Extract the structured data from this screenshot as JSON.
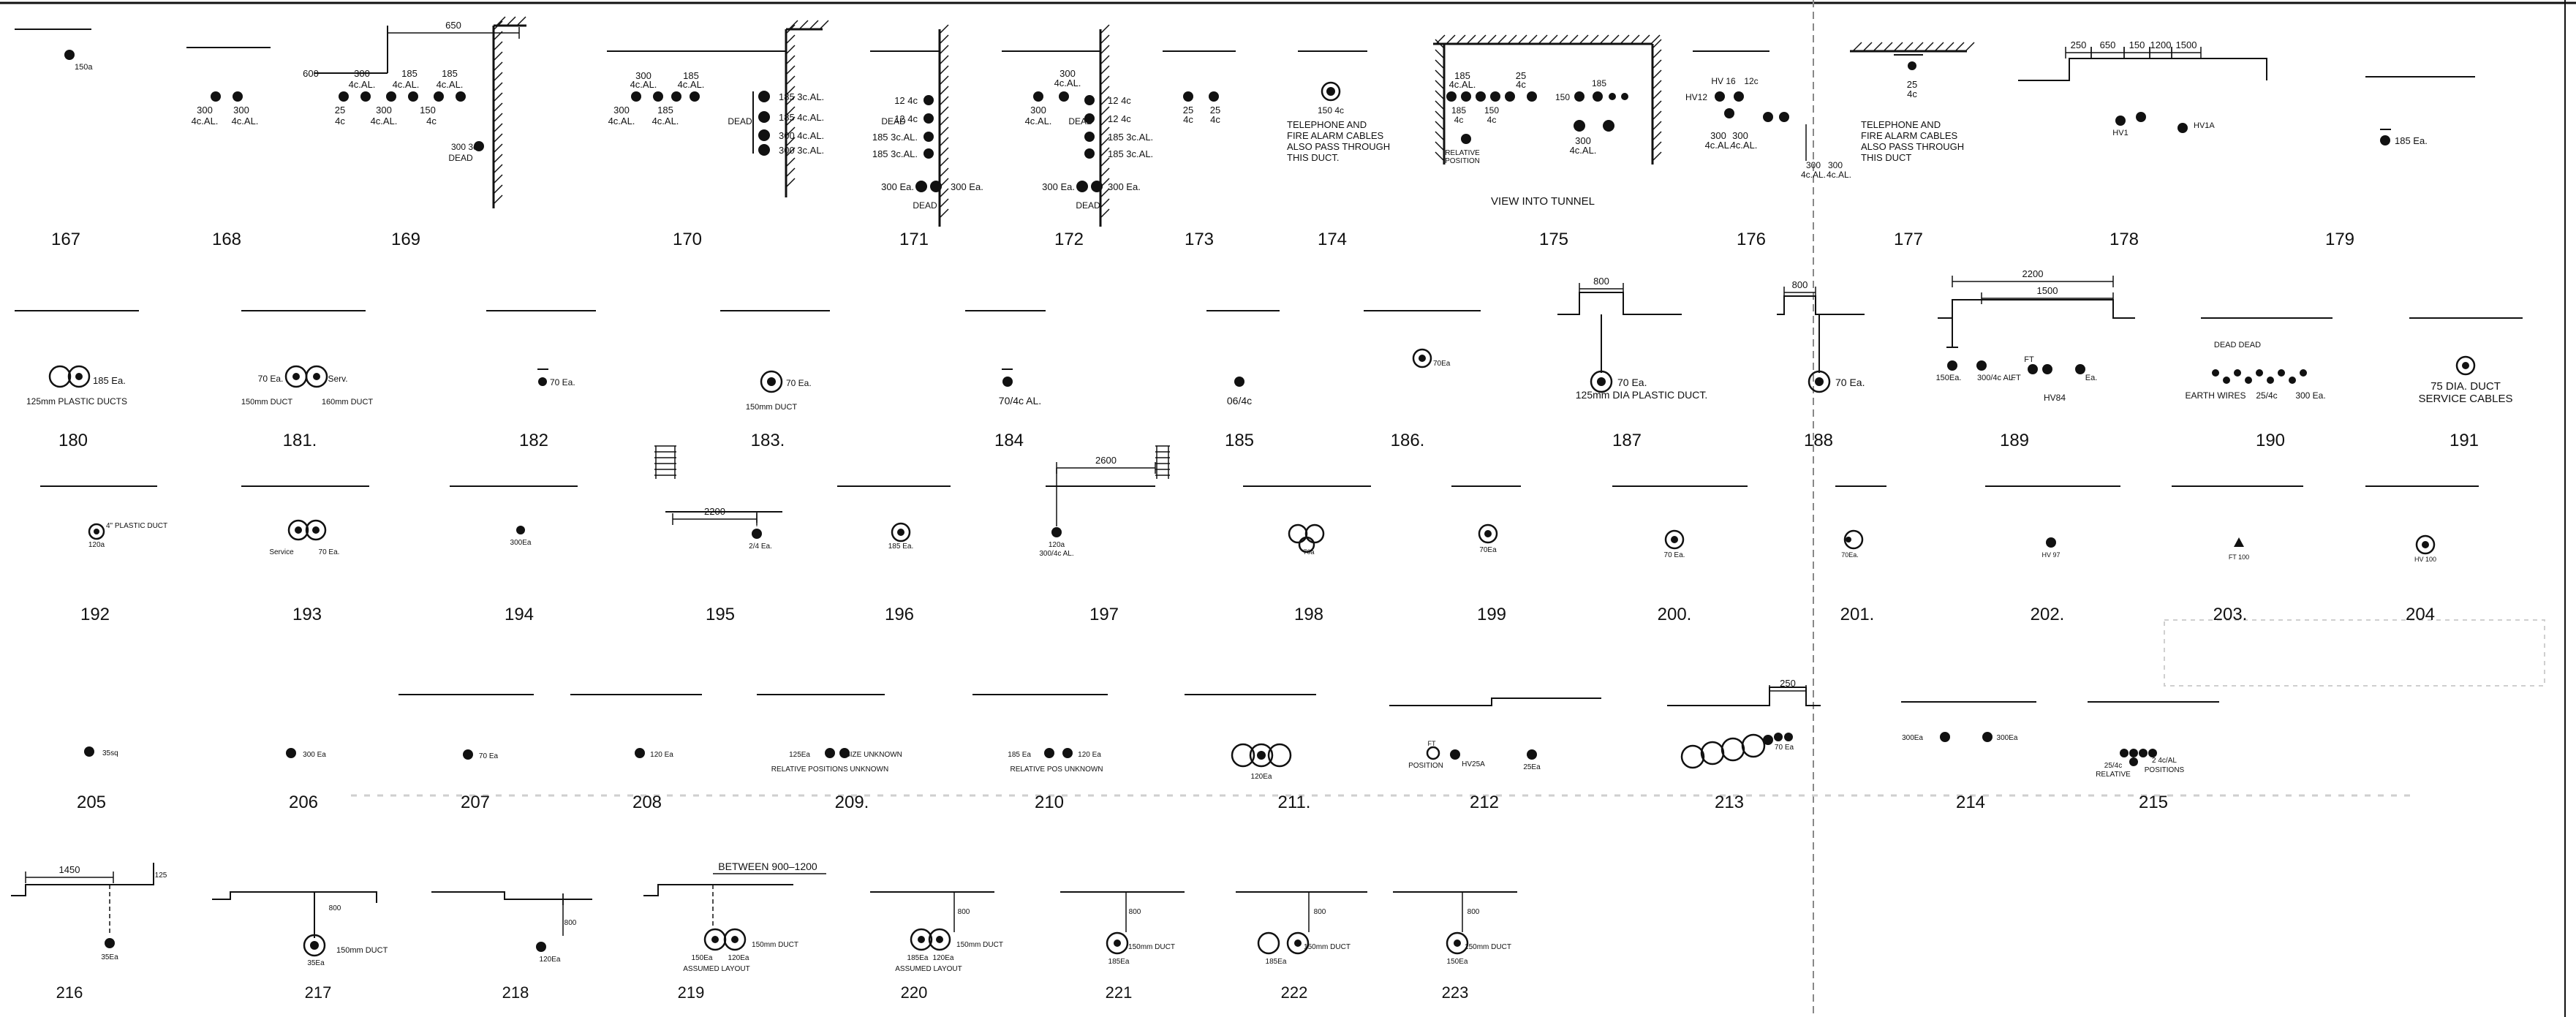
{
  "sheet": {
    "ink": "#111111",
    "paper": "#ffffff",
    "faint": "#b8b8b8"
  },
  "sections": [
    {
      "id": "167",
      "number": "167",
      "labels": [
        "150a"
      ]
    },
    {
      "id": "168",
      "number": "168",
      "labels": [
        "300",
        "300",
        "4c.AL.",
        "4c.AL."
      ]
    },
    {
      "id": "169",
      "number": "169",
      "labels": [
        "650",
        "600",
        "300",
        "185",
        "185",
        "4c.AL.",
        "4c.AL.",
        "4c.AL.",
        "25",
        "300",
        "150",
        "4c",
        "4c.AL.",
        "4c",
        "300 3c",
        "DEAD"
      ]
    },
    {
      "id": "170",
      "number": "170",
      "labels": [
        "300",
        "185",
        "4c.AL.",
        "4c.AL.",
        "300",
        "185",
        "4c.AL.",
        "4c.AL.",
        "185 3c.AL.",
        "185 4c.AL.",
        "300 4c.AL.",
        "300 3c.AL.",
        "DEAD"
      ]
    },
    {
      "id": "171",
      "number": "171",
      "labels": [
        "12 4c",
        "12 4c",
        "185 3c.AL.",
        "185 3c.AL.",
        "DEAD",
        "300 Ea.",
        "300 Ea.",
        "DEAD"
      ]
    },
    {
      "id": "172",
      "number": "172",
      "labels": [
        "300",
        "4c.AL.",
        "300",
        "4c.AL.",
        "12 4c",
        "12 4c",
        "185 3c.AL.",
        "185 3c.AL.",
        "DEAD",
        "300 Ea.",
        "300 Ea.",
        "DEAD"
      ]
    },
    {
      "id": "173",
      "number": "173",
      "labels": [
        "25",
        "25",
        "4c",
        "4c"
      ]
    },
    {
      "id": "174",
      "number": "174",
      "labels": [
        "150 4c",
        "TELEPHONE AND",
        "FIRE ALARM CABLES",
        "ALSO PASS THROUGH",
        "THIS DUCT."
      ]
    },
    {
      "id": "175",
      "number": "175",
      "labels": [
        "185",
        "25",
        "4c.AL.",
        "4c",
        "185",
        "150",
        "4c",
        "4c",
        "300",
        "4c.AL.",
        "RELATIVE",
        "POSITION",
        "VIEW INTO TUNNEL"
      ]
    },
    {
      "id": "176",
      "number": "176",
      "labels": [
        "HV 16",
        "HV12",
        "12c",
        "300",
        "300",
        "4c.AL.",
        "4c.AL."
      ]
    },
    {
      "id": "177",
      "number": "177",
      "labels": [
        "25",
        "4c",
        "TELEPHONE AND",
        "FIRE ALARM CABLES",
        "ALSO PASS THROUGH",
        "THIS DUCT",
        "300",
        "300",
        "4c.AL.",
        "4c.AL."
      ]
    },
    {
      "id": "178",
      "number": "178",
      "labels": [
        "250",
        "650",
        "150",
        "1200",
        "1500",
        "HV1",
        "HV1A"
      ]
    },
    {
      "id": "179",
      "number": "179",
      "labels": [
        "185 Ea."
      ]
    },
    {
      "id": "180",
      "number": "180",
      "labels": [
        "185 Ea.",
        "125mm PLASTIC DUCTS"
      ]
    },
    {
      "id": "181",
      "number": "181.",
      "labels": [
        "70 Ea.",
        "Serv.",
        "150mm DUCT",
        "160mm DUCT"
      ]
    },
    {
      "id": "182",
      "number": "182",
      "labels": [
        "70 Ea."
      ]
    },
    {
      "id": "183",
      "number": "183.",
      "labels": [
        "70 Ea.",
        "150mm DUCT"
      ]
    },
    {
      "id": "184",
      "number": "184",
      "labels": [
        "70/4c AL."
      ]
    },
    {
      "id": "185",
      "number": "185",
      "labels": [
        "06/4c"
      ]
    },
    {
      "id": "186",
      "number": "186.",
      "labels": [
        "70Ea"
      ]
    },
    {
      "id": "187",
      "number": "187",
      "labels": [
        "800",
        "70 Ea.",
        "125mm DIA PLASTIC DUCT."
      ]
    },
    {
      "id": "188",
      "number": "188",
      "labels": [
        "800",
        "70 Ea."
      ]
    },
    {
      "id": "189",
      "number": "189",
      "labels": [
        "2200",
        "1500",
        "150Ea.",
        "300/4c AL.",
        "FT",
        "FT",
        "HV84",
        "Ea."
      ]
    },
    {
      "id": "190",
      "number": "190",
      "labels": [
        "DEAD DEAD",
        "EARTH WIRES",
        "25/4c",
        "300 Ea."
      ]
    },
    {
      "id": "191",
      "number": "191",
      "labels": [
        "75 DIA. DUCT",
        "SERVICE CABLES"
      ]
    },
    {
      "id": "192",
      "number": "192",
      "labels": [
        "4\" PLASTIC DUCT",
        "120a"
      ]
    },
    {
      "id": "193",
      "number": "193",
      "labels": [
        "Service",
        "70 Ea."
      ]
    },
    {
      "id": "194",
      "number": "194",
      "labels": [
        "300Ea"
      ]
    },
    {
      "id": "195",
      "number": "195",
      "labels": [
        "2200",
        "2/4 Ea."
      ]
    },
    {
      "id": "196",
      "number": "196",
      "labels": [
        "185 Ea."
      ]
    },
    {
      "id": "197",
      "number": "197",
      "labels": [
        "2600",
        "120a",
        "300/4c AL."
      ]
    },
    {
      "id": "198",
      "number": "198",
      "labels": [
        "70a"
      ]
    },
    {
      "id": "199",
      "number": "199",
      "labels": [
        "70Ea"
      ]
    },
    {
      "id": "200",
      "number": "200.",
      "labels": [
        "70 Ea."
      ]
    },
    {
      "id": "201",
      "number": "201.",
      "labels": [
        "70Ea."
      ]
    },
    {
      "id": "202",
      "number": "202.",
      "labels": [
        "HV 97"
      ]
    },
    {
      "id": "203",
      "number": "203.",
      "labels": [
        "FT 100"
      ]
    },
    {
      "id": "204",
      "number": "204",
      "labels": [
        "HV 100"
      ]
    },
    {
      "id": "205",
      "number": "205",
      "labels": [
        "35sq"
      ]
    },
    {
      "id": "206",
      "number": "206",
      "labels": [
        "300 Ea"
      ]
    },
    {
      "id": "207",
      "number": "207",
      "labels": [
        "70 Ea"
      ]
    },
    {
      "id": "208",
      "number": "208",
      "labels": [
        "120 Ea"
      ]
    },
    {
      "id": "209",
      "number": "209.",
      "labels": [
        "125Ea",
        "SIZE UNKNOWN",
        "RELATIVE POSITIONS UNKNOWN"
      ]
    },
    {
      "id": "210",
      "number": "210",
      "labels": [
        "185 Ea",
        "120 Ea",
        "RELATIVE POS UNKNOWN"
      ]
    },
    {
      "id": "211",
      "number": "211.",
      "labels": [
        "120Ea"
      ]
    },
    {
      "id": "212",
      "number": "212",
      "labels": [
        "FT",
        "POSITION",
        "HV25A",
        "25Ea"
      ]
    },
    {
      "id": "213",
      "number": "213",
      "labels": [
        "250",
        "70 Ea"
      ]
    },
    {
      "id": "214",
      "number": "214",
      "labels": [
        "300Ea",
        "300Ea"
      ]
    },
    {
      "id": "215",
      "number": "215",
      "labels": [
        "25/4c",
        "2 4c/AL",
        "RELATIVE",
        "POSITIONS"
      ]
    },
    {
      "id": "216",
      "number": "216",
      "labels": [
        "1450",
        "125",
        "35Ea"
      ]
    },
    {
      "id": "217",
      "number": "217",
      "labels": [
        "150mm DUCT",
        "35Ea",
        "800"
      ]
    },
    {
      "id": "218",
      "number": "218",
      "labels": [
        "120Ea",
        "800"
      ]
    },
    {
      "id": "219",
      "number": "219",
      "labels": [
        "BETWEEN 900–1200",
        "150Ea",
        "120Ea",
        "ASSUMED LAYOUT",
        "150mm DUCT"
      ]
    },
    {
      "id": "220",
      "number": "220",
      "labels": [
        "185Ea",
        "120Ea",
        "ASSUMED LAYOUT",
        "150mm DUCT",
        "800"
      ]
    },
    {
      "id": "221",
      "number": "221",
      "labels": [
        "185Ea",
        "150mm DUCT",
        "800"
      ]
    },
    {
      "id": "222",
      "number": "222",
      "labels": [
        "185Ea",
        "150mm DUCT",
        "800"
      ]
    },
    {
      "id": "223",
      "number": "223",
      "labels": [
        "150Ea",
        "150mm DUCT",
        "800"
      ]
    }
  ]
}
